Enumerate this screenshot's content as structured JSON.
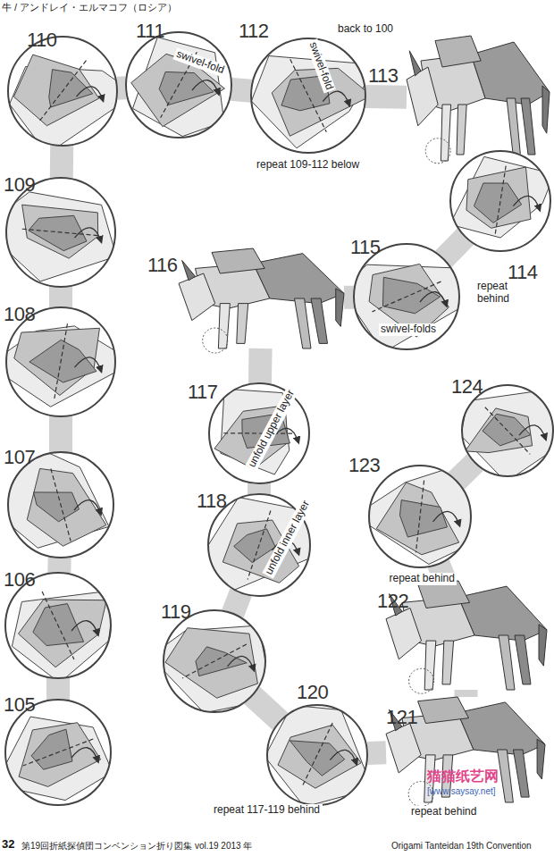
{
  "diagram": {
    "title": "牛 / アンドレイ・エルマコフ（ロシア）",
    "nodes": [
      {
        "text": [
          "105"
        ]
      },
      {
        "text": [
          "106"
        ]
      },
      {
        "text": [
          "107"
        ]
      },
      {
        "text": [
          "108"
        ]
      },
      {
        "text": [
          "109"
        ]
      },
      {
        "text": [
          "110"
        ]
      },
      {
        "text": [
          "111",
          "swivel-fold"
        ]
      },
      {
        "text": [
          "112",
          "swivel-fold",
          "back to 100",
          "repeat 109-112 below"
        ]
      },
      {
        "text": [
          "113"
        ]
      },
      {
        "text": [
          "114"
        ]
      },
      {
        "text": [
          "115",
          "swivel-folds",
          "repeat behind"
        ]
      },
      {
        "text": [
          "116"
        ]
      },
      {
        "text": [
          "117",
          "unfold upper layer"
        ]
      },
      {
        "text": [
          "118",
          "unfold inner layer"
        ]
      },
      {
        "text": [
          "119"
        ]
      },
      {
        "text": [
          "120",
          "repeat 117-119 behind"
        ]
      },
      {
        "text": [
          "121",
          "repeat behind"
        ]
      },
      {
        "text": [
          "122"
        ]
      },
      {
        "text": [
          "123",
          "repeat behind"
        ]
      },
      {
        "text": [
          "124"
        ]
      }
    ],
    "edges": [
      {
        "from": 0,
        "to": 1,
        "arrow": "none"
      },
      {
        "from": 1,
        "to": 2,
        "arrow": "none"
      },
      {
        "from": 2,
        "to": 3,
        "arrow": "none"
      },
      {
        "from": 3,
        "to": 4,
        "arrow": "none"
      },
      {
        "from": 4,
        "to": 5,
        "arrow": "none"
      },
      {
        "from": 5,
        "to": 6,
        "arrow": "none"
      },
      {
        "from": 6,
        "to": 7,
        "arrow": "none"
      },
      {
        "from": 7,
        "to": 8,
        "arrow": "none"
      },
      {
        "from": 8,
        "to": 9,
        "arrow": "none"
      },
      {
        "from": 9,
        "to": 10,
        "arrow": "none"
      },
      {
        "from": 10,
        "to": 11,
        "arrow": "none"
      },
      {
        "from": 11,
        "to": 12,
        "arrow": "none"
      },
      {
        "from": 12,
        "to": 13,
        "arrow": "none"
      },
      {
        "from": 13,
        "to": 14,
        "arrow": "none"
      },
      {
        "from": 14,
        "to": 15,
        "arrow": "none"
      },
      {
        "from": 15,
        "to": 16,
        "arrow": "none"
      },
      {
        "from": 16,
        "to": 17,
        "arrow": "none"
      },
      {
        "from": 17,
        "to": 18,
        "arrow": "none"
      },
      {
        "from": 18,
        "to": 19,
        "arrow": "none"
      }
    ],
    "labels": [
      "32",
      "第19回折紙探偵団コンベンション折り図集 vol.19 2013 年",
      "Origami Tanteidan 19th Convention",
      "猫猫纸艺网",
      "[www.saysay.net]"
    ]
  }
}
